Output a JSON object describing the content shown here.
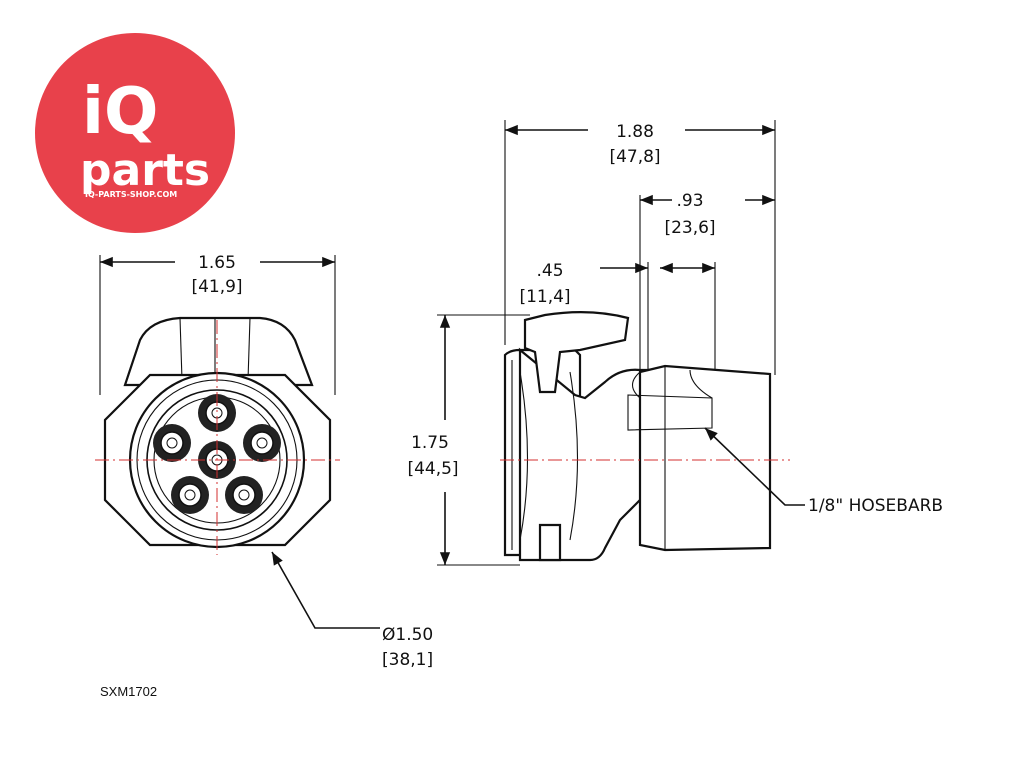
{
  "logo": {
    "brand_top": "iQ",
    "brand_bottom": "parts",
    "url": "IQ-PARTS-SHOP.COM",
    "color": "#e8414b"
  },
  "front_view": {
    "width_in": "1.65",
    "width_mm": "[41,9]",
    "diameter_in": "Ø1.50",
    "diameter_mm": "[38,1]"
  },
  "side_view": {
    "length_in": "1.88",
    "length_mm": "[47,8]",
    "barb_len_in": ".93",
    "barb_len_mm": "[23,6]",
    "offset_in": ".45",
    "offset_mm": "[11,4]",
    "height_in": "1.75",
    "height_mm": "[44,5]",
    "callout": "1/8\" HOSEBARB"
  },
  "part_number": "SXM1702"
}
